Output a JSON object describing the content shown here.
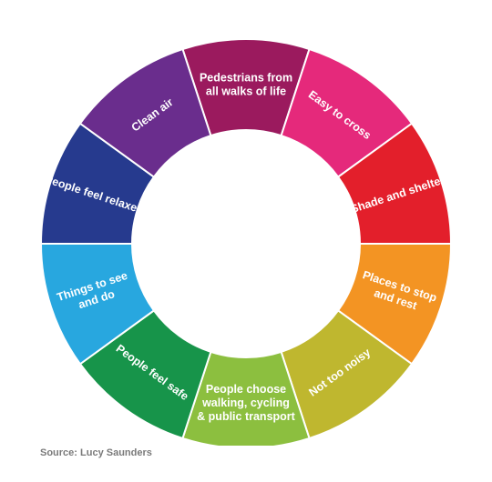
{
  "segments": [
    {
      "label_lines": [
        "Pedestrians from",
        "all walks of life"
      ],
      "color": "#9b1a5e"
    },
    {
      "label_lines": [
        "Easy to cross"
      ],
      "color": "#e5297b"
    },
    {
      "label_lines": [
        "Shade and shelter"
      ],
      "color": "#e31f2b"
    },
    {
      "label_lines": [
        "Places to stop",
        "and rest"
      ],
      "color": "#f39423"
    },
    {
      "label_lines": [
        "Not too noisy"
      ],
      "color": "#bfb72f"
    },
    {
      "label_lines": [
        "People choose",
        "walking, cycling",
        "& public transport"
      ],
      "color": "#8cbf3f"
    },
    {
      "label_lines": [
        "People feel safe"
      ],
      "color": "#17944a"
    },
    {
      "label_lines": [
        "Things to see",
        "and do"
      ],
      "color": "#28a7df"
    },
    {
      "label_lines": [
        "People feel relaxed"
      ],
      "color": "#263a8e"
    },
    {
      "label_lines": [
        "Clean air"
      ],
      "color": "#6a2d8d"
    }
  ],
  "source": "Source: Lucy Saunders"
}
